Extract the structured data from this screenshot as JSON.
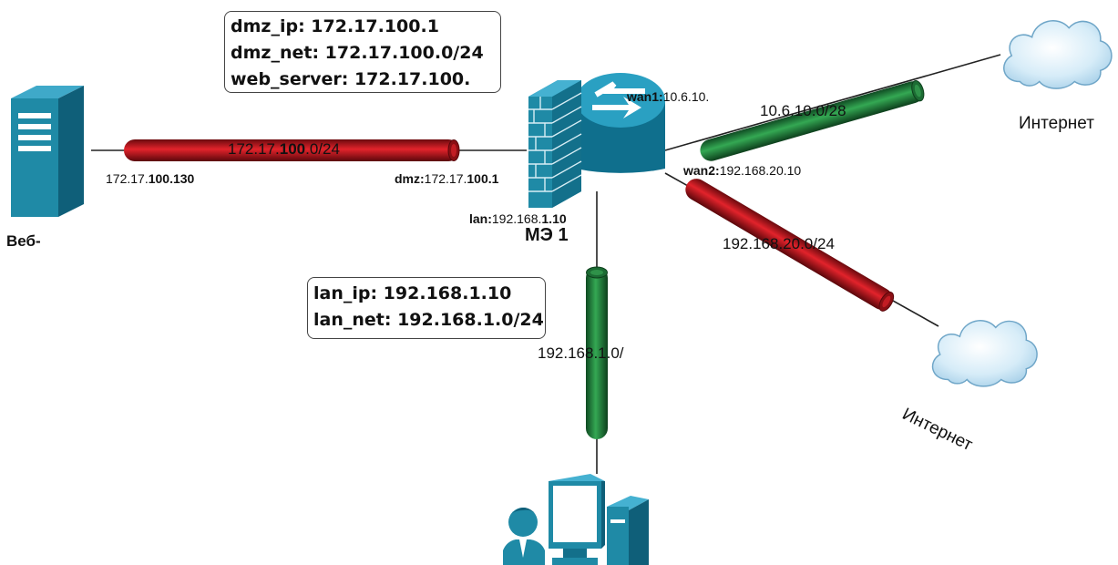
{
  "colors": {
    "device_teal": "#1f8aa6",
    "tube_red": "#d8232a",
    "tube_green": "#2e9e4a",
    "cloud": "#cfe8f5"
  },
  "icons": [
    "server-icon",
    "firewall-router-icon",
    "cloud-icon",
    "user-icon",
    "workstation-icon"
  ],
  "dmz_box": {
    "line1": "dmz_ip: 172.17.100.1",
    "line2": "dmz_net: 172.17.100.0/24",
    "line3": "web_server: 172.17.100."
  },
  "lan_box": {
    "line1": "lan_ip: 192.168.1.10",
    "line2": "lan_net: 192.168.1.0/24"
  },
  "server": {
    "label": "Веб-",
    "ip_prefix": "172.17.",
    "ip_bold": "100.130"
  },
  "dmz_link": {
    "subnet_prefix": "172.17.",
    "subnet_bold": "100",
    "subnet_suffix": ".0/24"
  },
  "firewall": {
    "name": "МЭ 1",
    "dmz_key": "dmz:",
    "dmz_prefix": "172.17.",
    "dmz_bold": "100.1",
    "lan_key": "lan:",
    "lan_prefix": "192.168.",
    "lan_bold": "1.10",
    "wan1_key": "wan1:",
    "wan1_ip": "10.6.10.",
    "wan2_key": "wan2:",
    "wan2_ip": "192.168.20.10"
  },
  "wan1_link": {
    "subnet": "10.6.10.0/28"
  },
  "wan2_link": {
    "subnet": "192.168.20.0/24"
  },
  "lan_link": {
    "subnet": "192.168.1.0/"
  },
  "internet1": {
    "label": "Интернет"
  },
  "internet2": {
    "label": "Интернет"
  }
}
